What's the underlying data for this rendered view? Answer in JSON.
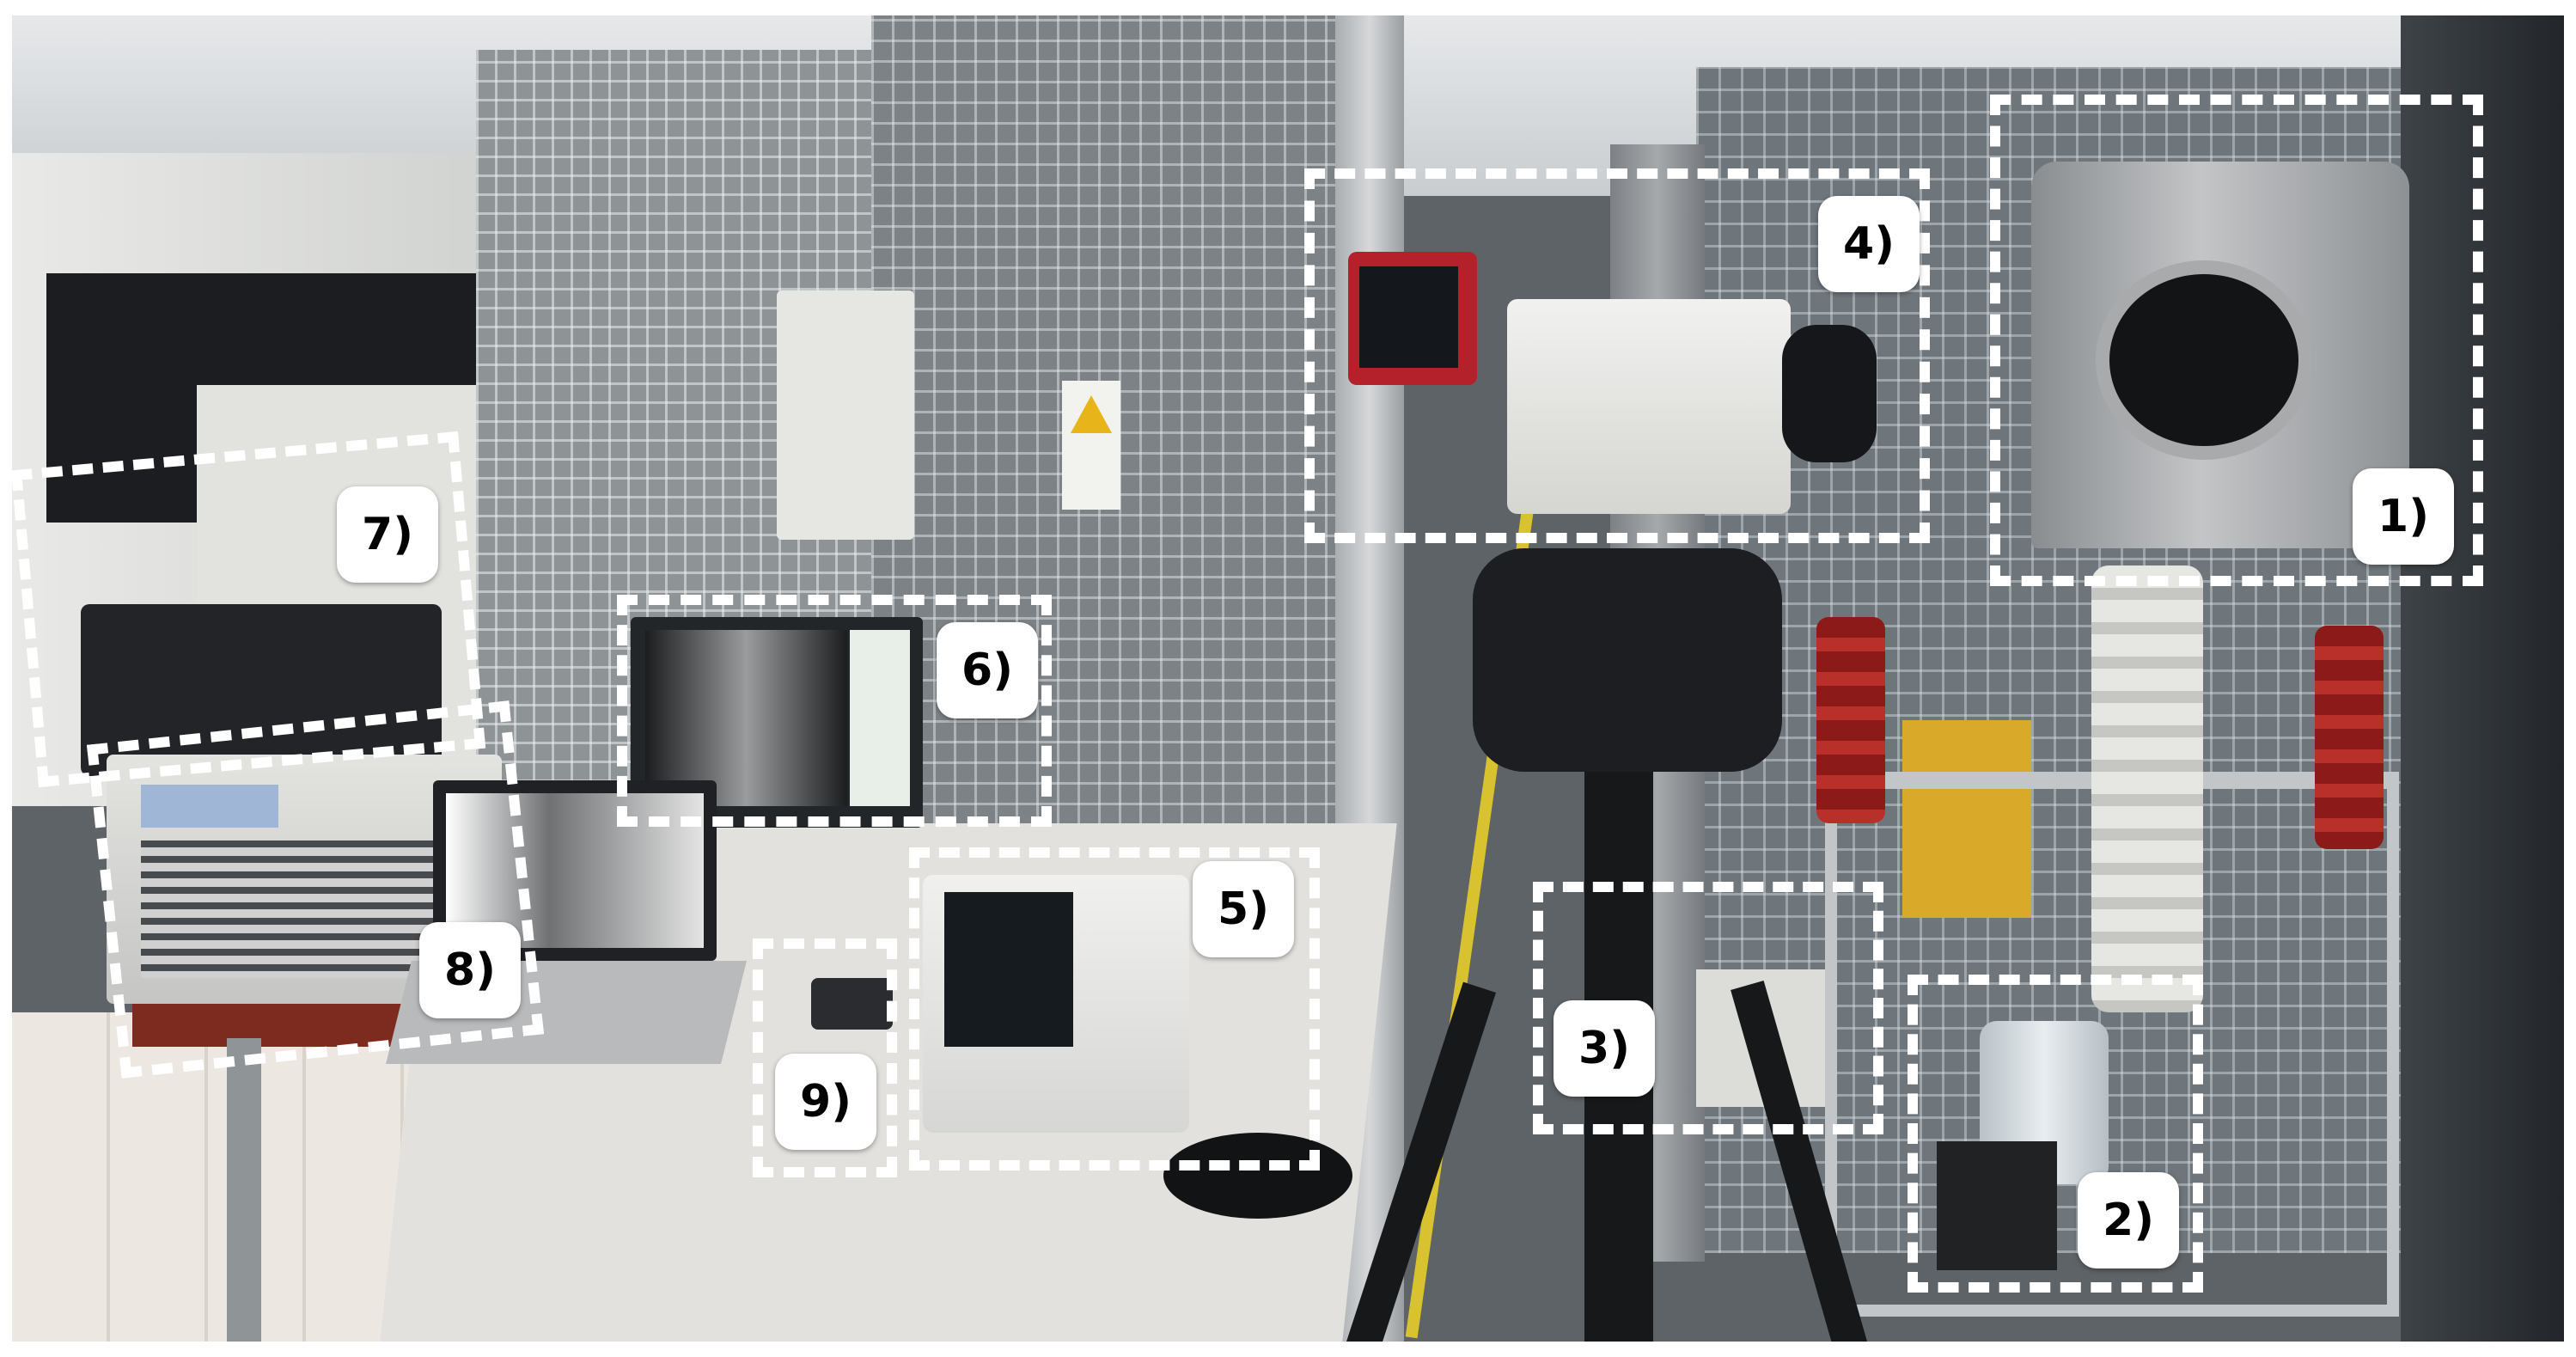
{
  "image": {
    "kind": "laboratory photo with annotated equipment",
    "palette": {
      "frame": "#ffffff",
      "annotation": "#ffffff",
      "label_text": "#000000"
    }
  },
  "labels": [
    {
      "id": "1",
      "text": "1)"
    },
    {
      "id": "2",
      "text": "2)"
    },
    {
      "id": "3",
      "text": "3)"
    },
    {
      "id": "4",
      "text": "4)"
    },
    {
      "id": "5",
      "text": "5)"
    },
    {
      "id": "6",
      "text": "6)"
    },
    {
      "id": "7",
      "text": "7)"
    },
    {
      "id": "8",
      "text": "8)"
    },
    {
      "id": "9",
      "text": "9)"
    }
  ]
}
